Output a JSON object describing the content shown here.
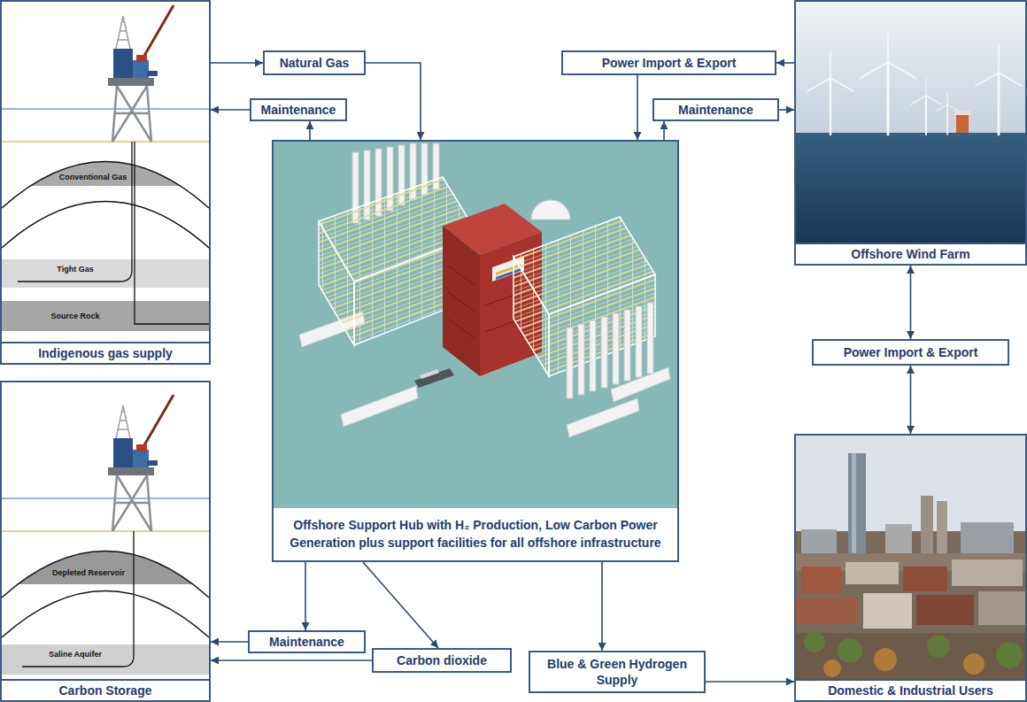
{
  "diagram": {
    "nodes": [
      {
        "text": [
          "Indigenous gas supply"
        ]
      },
      {
        "text": [
          "Natural Gas"
        ]
      },
      {
        "text": [
          "Maintenance"
        ]
      },
      {
        "text": [
          "Power Import & Export"
        ]
      },
      {
        "text": [
          "Maintenance"
        ]
      },
      {
        "text": [
          "Offshore Wind Farm"
        ]
      },
      {
        "text": [
          "Offshore Support Hub with H₂ Production, Low Carbon Power Generation plus support facilities for all offshore infrastructure"
        ]
      },
      {
        "text": [
          "Power Import & Export"
        ]
      },
      {
        "text": [
          "Carbon Storage"
        ]
      },
      {
        "text": [
          "Maintenance"
        ]
      },
      {
        "text": [
          "Carbon dioxide"
        ]
      },
      {
        "text": [
          "Blue & Green Hydrogen Supply"
        ]
      },
      {
        "text": [
          "Domestic & Industrial Users"
        ]
      }
    ],
    "edges": [
      {
        "from": 0,
        "to": 1,
        "arrow": "to"
      },
      {
        "from": 1,
        "to": 6,
        "arrow": "to"
      },
      {
        "from": 6,
        "to": 2,
        "arrow": "to"
      },
      {
        "from": 2,
        "to": 0,
        "arrow": "to"
      },
      {
        "from": 5,
        "to": 3,
        "arrow": "to"
      },
      {
        "from": 3,
        "to": 6,
        "arrow": "to"
      },
      {
        "from": 6,
        "to": 4,
        "arrow": "to"
      },
      {
        "from": 4,
        "to": 5,
        "arrow": "to"
      },
      {
        "from": 5,
        "to": 7,
        "arrow": "both"
      },
      {
        "from": 7,
        "to": 12,
        "arrow": "both"
      },
      {
        "from": 6,
        "to": 9,
        "arrow": "to"
      },
      {
        "from": 9,
        "to": 8,
        "arrow": "to"
      },
      {
        "from": 6,
        "to": 10,
        "arrow": "to"
      },
      {
        "from": 10,
        "to": 8,
        "arrow": "to"
      },
      {
        "from": 6,
        "to": 11,
        "arrow": "to"
      },
      {
        "from": 11,
        "to": 12,
        "arrow": "to"
      }
    ],
    "labels": [
      "Conventional Gas",
      "Tight Gas",
      "Source Rock",
      "Depleted Reservoir",
      "Saline Aquifer"
    ]
  }
}
